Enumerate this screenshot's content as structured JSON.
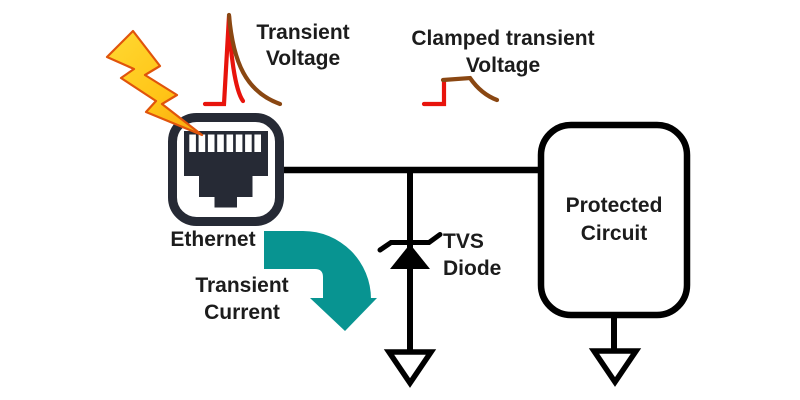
{
  "diagram": {
    "title_implicit": "TVS diode transient protection of Ethernet port",
    "labels": {
      "transient_voltage": {
        "line1": "Transient",
        "line2": "Voltage"
      },
      "clamped_voltage": {
        "line1": "Clamped transient",
        "line2": "Voltage"
      },
      "ethernet": "Ethernet",
      "transient_current": {
        "line1": "Transient",
        "line2": "Current"
      },
      "tvs_diode": {
        "line1": "TVS",
        "line2": "Diode"
      },
      "protected_circuit": {
        "line1": "Protected",
        "line2": "Circuit"
      }
    },
    "icons": {
      "lightning_bolt": "lightning-bolt-icon",
      "ethernet_jack": "ethernet-rj45-jack-icon",
      "tvs_diode_symbol": "tvs-diode-symbol",
      "ground_tvs": "ground-symbol",
      "ground_protected": "ground-symbol",
      "transient_current_arrow": "curved-down-arrow-icon",
      "transient_voltage_waveform": "spike-waveform-icon",
      "clamped_voltage_waveform": "clamped-waveform-icon"
    },
    "colors": {
      "background": "#ffffff",
      "wire_black": "#000000",
      "icon_dark": "#262a35",
      "teal_arrow": "#089491",
      "bolt_yellow": "#ffd224",
      "bolt_orange": "#f9a50f",
      "bolt_outline": "#e0540b",
      "waveform_red": "#e8140c",
      "waveform_brown": "#8a4712",
      "text": "#1c1c1c"
    }
  }
}
